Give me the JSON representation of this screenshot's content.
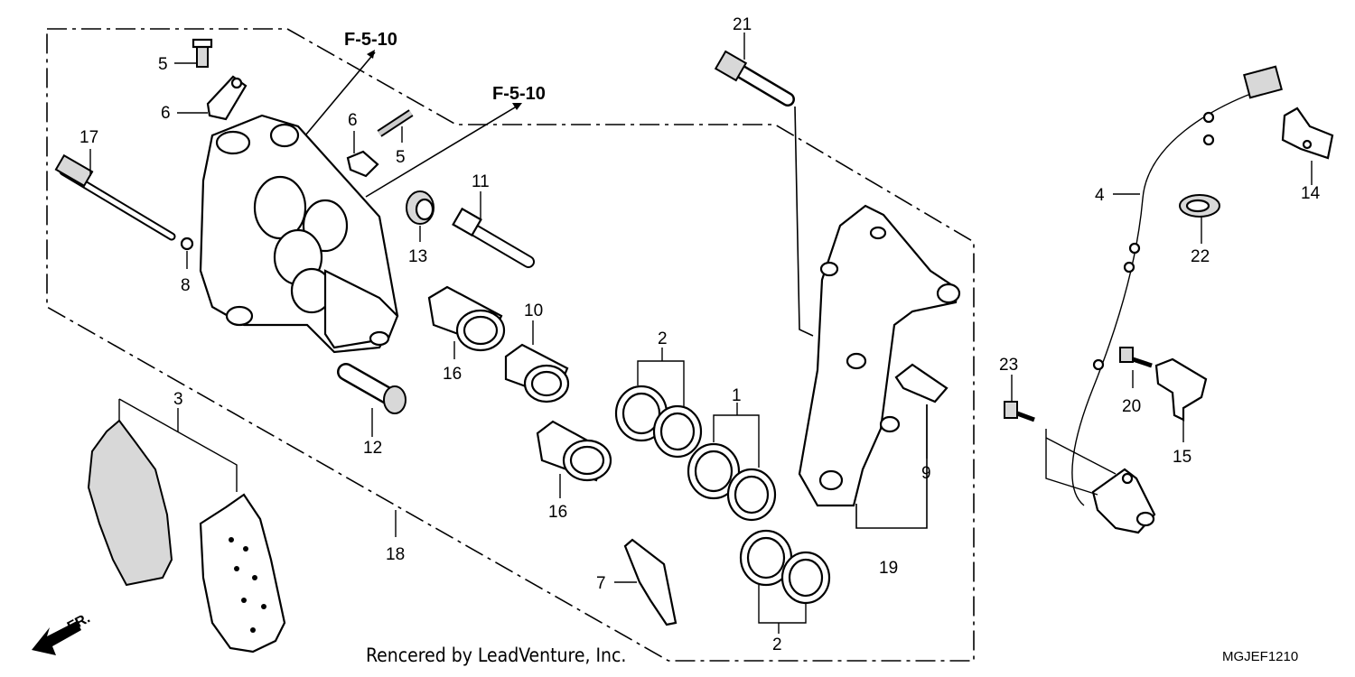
{
  "callouts": [
    {
      "id": "c1",
      "text": "1"
    },
    {
      "id": "c2a",
      "text": "2"
    },
    {
      "id": "c2b",
      "text": "2"
    },
    {
      "id": "c3",
      "text": "3"
    },
    {
      "id": "c4",
      "text": "4"
    },
    {
      "id": "c5a",
      "text": "5"
    },
    {
      "id": "c5b",
      "text": "5"
    },
    {
      "id": "c6a",
      "text": "6"
    },
    {
      "id": "c6b",
      "text": "6"
    },
    {
      "id": "c7",
      "text": "7"
    },
    {
      "id": "c8",
      "text": "8"
    },
    {
      "id": "c9",
      "text": "9"
    },
    {
      "id": "c10",
      "text": "10"
    },
    {
      "id": "c11",
      "text": "11"
    },
    {
      "id": "c12",
      "text": "12"
    },
    {
      "id": "c13",
      "text": "13"
    },
    {
      "id": "c14",
      "text": "14"
    },
    {
      "id": "c15",
      "text": "15"
    },
    {
      "id": "c16a",
      "text": "16"
    },
    {
      "id": "c16b",
      "text": "16"
    },
    {
      "id": "c17",
      "text": "17"
    },
    {
      "id": "c18",
      "text": "18"
    },
    {
      "id": "c19",
      "text": "19"
    },
    {
      "id": "c20",
      "text": "20"
    },
    {
      "id": "c21",
      "text": "21"
    },
    {
      "id": "c22",
      "text": "22"
    },
    {
      "id": "c23",
      "text": "23"
    }
  ],
  "references": {
    "ref_a": "F-5-10",
    "ref_b": "F-5-10"
  },
  "front_indicator": "FR.",
  "credit": "Rencered by LeadVenture, Inc.",
  "diagram_code": "MGJEF1210"
}
